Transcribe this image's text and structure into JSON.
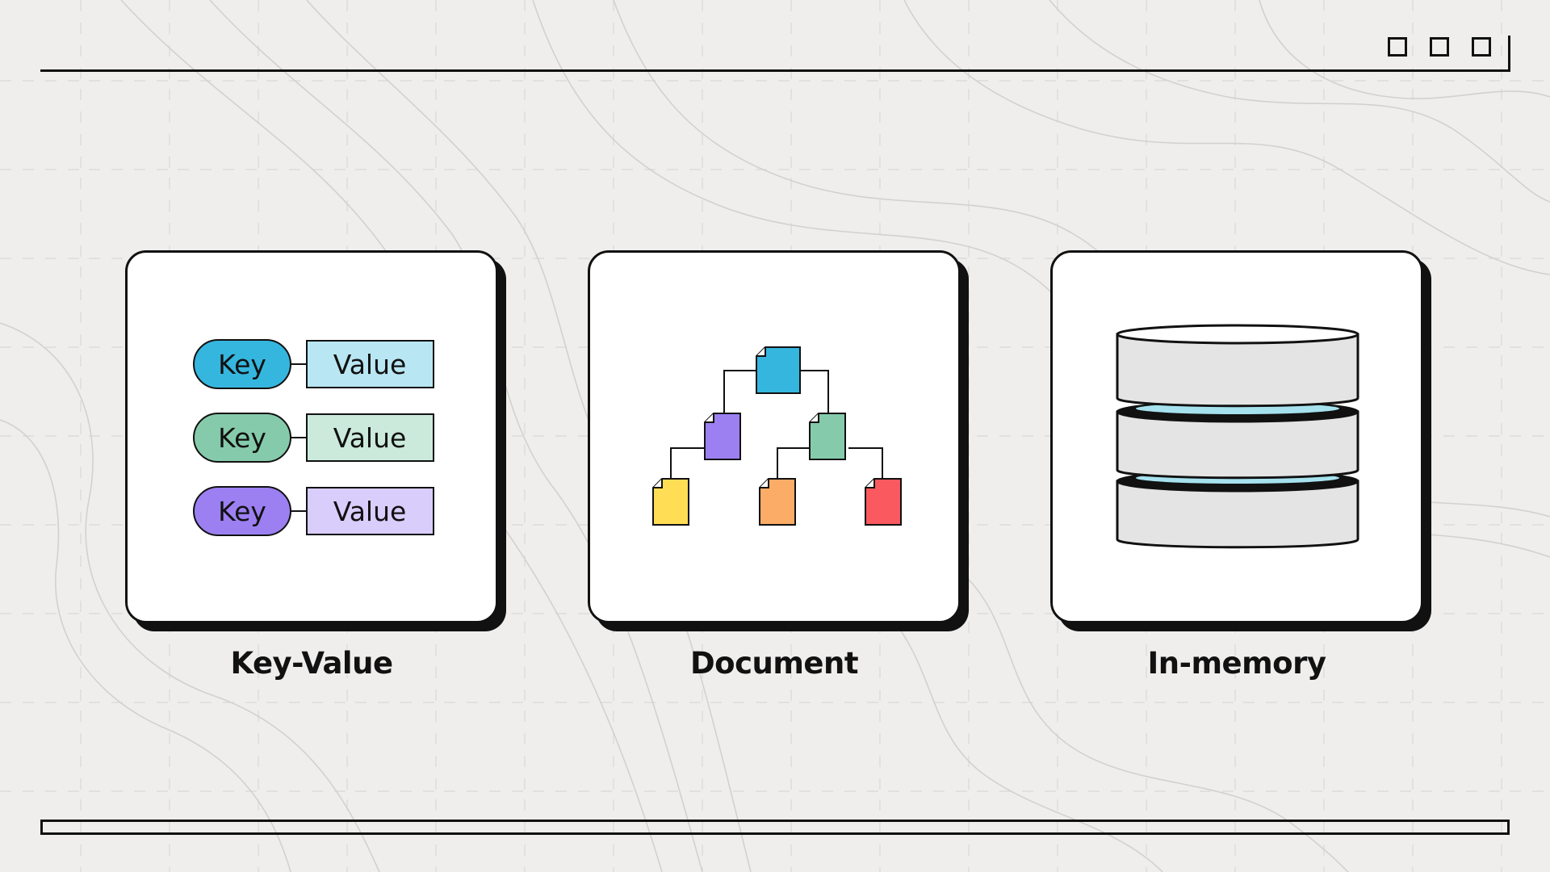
{
  "cards": [
    {
      "caption": "Key-Value",
      "pairs": [
        {
          "key": "Key",
          "value": "Value",
          "key_color": "#35b6de",
          "value_color": "#b8e6f2"
        },
        {
          "key": "Key",
          "value": "Value",
          "key_color": "#85cbab",
          "value_color": "#cbeadb"
        },
        {
          "key": "Key",
          "value": "Value",
          "key_color": "#9c80f2",
          "value_color": "#d9cdfb"
        }
      ]
    },
    {
      "caption": "Document",
      "doc_colors": {
        "root": "#35b6de",
        "left": "#9c80f2",
        "right": "#85cbab",
        "leaf1": "#ffdd55",
        "leaf2": "#fbac66",
        "leaf3": "#f9595f"
      }
    },
    {
      "caption": "In-memory",
      "colors": {
        "disk": "#e4e4e4",
        "gap": "#a6e1ee"
      }
    }
  ],
  "colors": {
    "background": "#efeeed",
    "ink": "#111111",
    "card": "#ffffff"
  }
}
